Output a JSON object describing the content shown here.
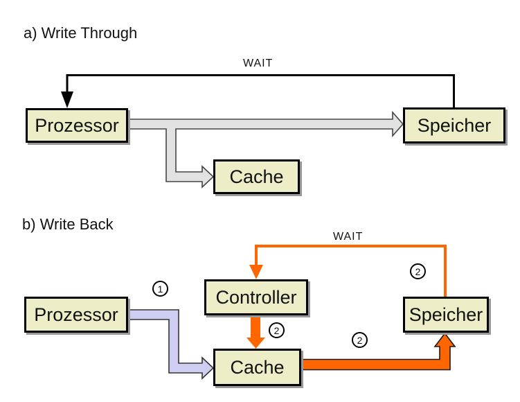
{
  "colors": {
    "box_fill": "#EDEDC7",
    "box_border": "#000000",
    "box_shadow": "#999999",
    "arrow_gray_fill": "#E2E2E2",
    "arrow_lavender_fill": "#CECEF2",
    "arrow_orange": "#FF6600",
    "line_black": "#000000"
  },
  "sections": {
    "a": {
      "title": "a) Write Through",
      "wait_label": "WAIT",
      "nodes": {
        "prozessor": {
          "label": "Prozessor"
        },
        "speicher": {
          "label": "Speicher"
        },
        "cache": {
          "label": "Cache"
        }
      },
      "edges": [
        {
          "name": "wait-feedback-speicher-to-prozessor",
          "style": "black-line",
          "label": "WAIT"
        },
        {
          "name": "prozessor-to-speicher",
          "style": "gray-band"
        },
        {
          "name": "prozessor-to-cache-branch",
          "style": "gray-band"
        }
      ]
    },
    "b": {
      "title": "b) Write Back",
      "wait_label": "WAIT",
      "nodes": {
        "prozessor": {
          "label": "Prozessor"
        },
        "controller": {
          "label": "Controller"
        },
        "cache": {
          "label": "Cache"
        },
        "speicher": {
          "label": "Speicher"
        }
      },
      "markers": [
        {
          "label": "1"
        },
        {
          "label": "2"
        },
        {
          "label": "2"
        },
        {
          "label": "2"
        }
      ],
      "edges": [
        {
          "name": "prozessor-to-cache",
          "style": "lavender-band",
          "step": "1"
        },
        {
          "name": "wait-feedback-speicher-to-controller",
          "style": "orange-line",
          "label": "WAIT",
          "step": "2"
        },
        {
          "name": "controller-to-cache",
          "style": "orange-band",
          "step": "2"
        },
        {
          "name": "cache-to-speicher",
          "style": "orange-band",
          "step": "2"
        }
      ]
    }
  }
}
